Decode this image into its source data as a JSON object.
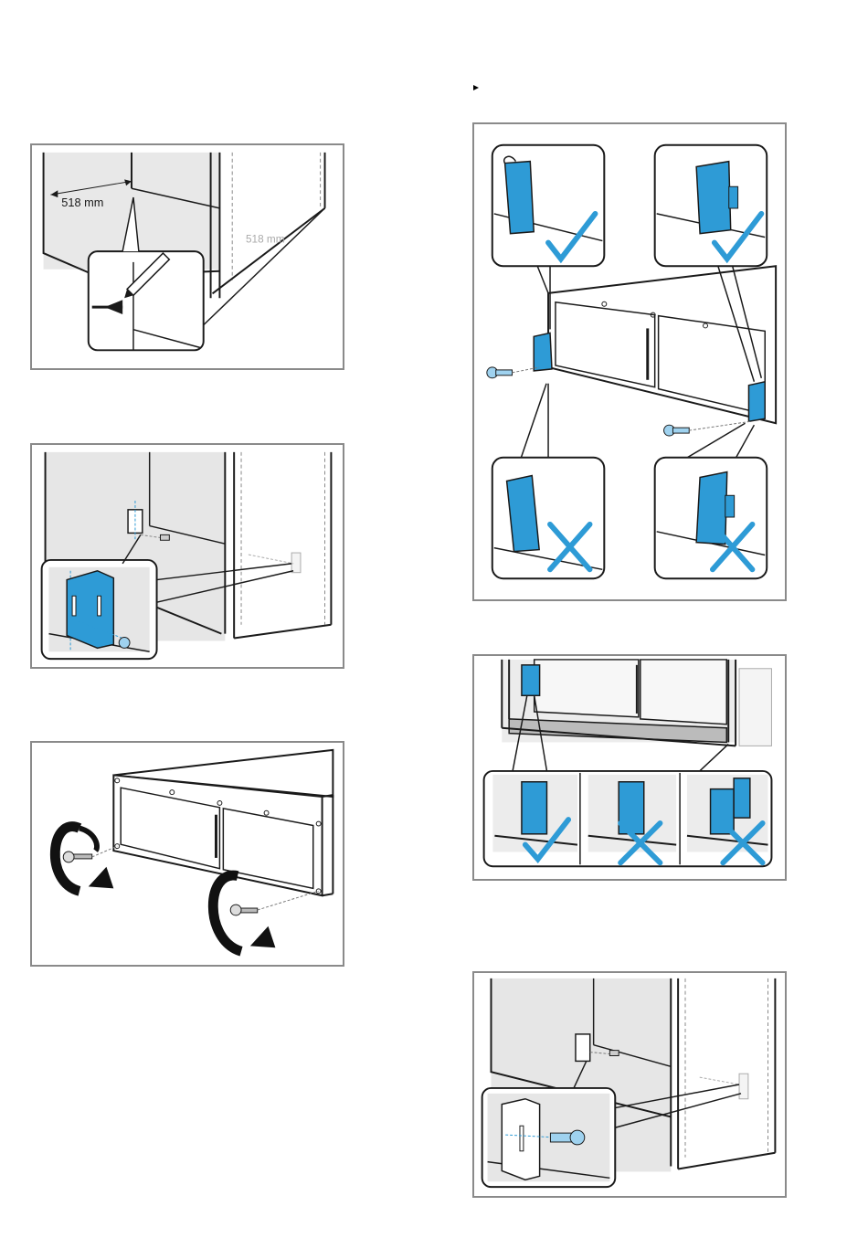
{
  "figures": {
    "measure": {
      "label_front": "518 mm",
      "label_back": "518 mm"
    },
    "bracket_fit": {},
    "plinth_screw": {},
    "bracket_orientation": {
      "correct_marks": 2,
      "incorrect_marks": 2
    },
    "bracket_position": {
      "correct_marks": 1,
      "incorrect_marks": 2
    },
    "side_screw": {}
  },
  "colors": {
    "accent": "#2e9bd6",
    "frame": "#8a8a8a",
    "line": "#1a1a1a",
    "wall": "#e6e6e6"
  },
  "icons": [
    "arrow-bullet-icon",
    "pencil-icon",
    "check-icon",
    "cross-icon",
    "rotate-arrow-icon",
    "screw-icon"
  ]
}
